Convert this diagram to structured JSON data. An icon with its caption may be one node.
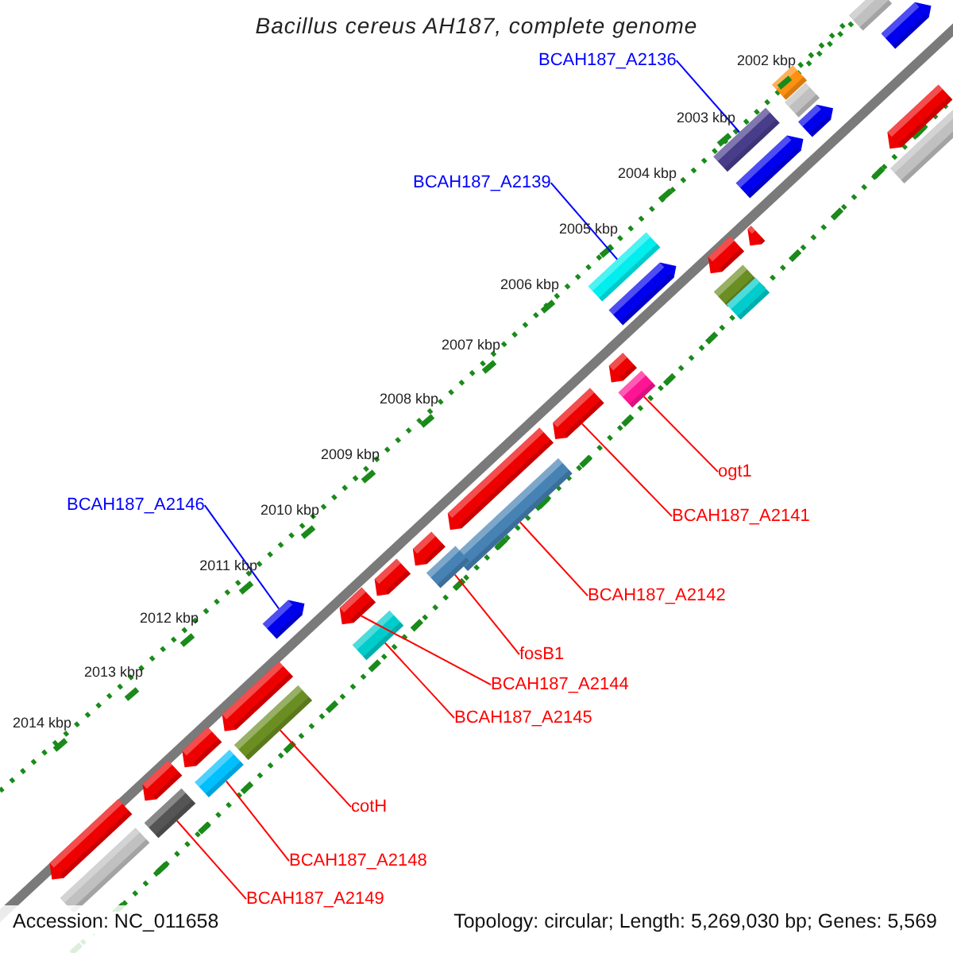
{
  "diagram": {
    "title": "Bacillus cereus AH187, complete genome",
    "nodes": [
      {
        "text": [
          "BCAH187_A2136"
        ]
      },
      {
        "text": [],
        "shape": "box"
      },
      {
        "text": [
          "BCAH187_A2139"
        ]
      },
      {
        "text": [],
        "shape": "box"
      },
      {
        "text": [
          "ogt1"
        ]
      },
      {
        "text": [],
        "shape": "box"
      },
      {
        "text": [
          "BCAH187_A2146"
        ]
      },
      {
        "text": [],
        "shape": "arrow"
      },
      {
        "text": [
          "BCAH187_A2141"
        ]
      },
      {
        "text": [],
        "shape": "arrow"
      },
      {
        "text": [
          "BCAH187_A2142"
        ]
      },
      {
        "text": [],
        "shape": "box"
      },
      {
        "text": [
          "fosB1"
        ]
      },
      {
        "text": [],
        "shape": "box"
      },
      {
        "text": [
          "BCAH187_A2144"
        ]
      },
      {
        "text": [],
        "shape": "arrow"
      },
      {
        "text": [
          "BCAH187_A2145"
        ]
      },
      {
        "text": [],
        "shape": "box"
      },
      {
        "text": [
          "cotH"
        ]
      },
      {
        "text": [],
        "shape": "box"
      },
      {
        "text": [
          "BCAH187_A2148"
        ]
      },
      {
        "text": [],
        "shape": "box"
      },
      {
        "text": [
          "BCAH187_A2149"
        ]
      },
      {
        "text": [],
        "shape": "box"
      },
      {
        "text": [],
        "shape": "box"
      },
      {
        "text": [],
        "shape": "arrow"
      },
      {
        "text": [],
        "shape": "box"
      },
      {
        "text": [],
        "shape": "box"
      },
      {
        "text": [],
        "shape": "arrow"
      },
      {
        "text": [],
        "shape": "arrow"
      },
      {
        "text": [],
        "shape": "box"
      },
      {
        "text": [],
        "shape": "arrow"
      },
      {
        "text": [],
        "shape": "arrow"
      },
      {
        "text": [],
        "shape": "arrow"
      },
      {
        "text": [],
        "shape": "arrow"
      },
      {
        "text": [],
        "shape": "box"
      },
      {
        "text": [],
        "shape": "box"
      },
      {
        "text": [],
        "shape": "arrow"
      },
      {
        "text": [],
        "shape": "arrow"
      },
      {
        "text": [],
        "shape": "arrow"
      },
      {
        "text": [],
        "shape": "arrow"
      },
      {
        "text": [],
        "shape": "arrow"
      },
      {
        "text": [],
        "shape": "arrow"
      },
      {
        "text": [],
        "shape": "arrow"
      },
      {
        "text": [],
        "shape": "arrow"
      },
      {
        "text": [],
        "shape": "box"
      }
    ],
    "edges": [
      {
        "from": 0,
        "to": 1,
        "arrow": "none",
        "color": "#0000ff"
      },
      {
        "from": 2,
        "to": 3,
        "arrow": "none",
        "color": "#0000ff"
      },
      {
        "from": 4,
        "to": 5,
        "arrow": "none"
      },
      {
        "from": 6,
        "to": 7,
        "arrow": "none",
        "color": "#0000ff"
      },
      {
        "from": 8,
        "to": 9,
        "arrow": "none"
      },
      {
        "from": 10,
        "to": 11,
        "arrow": "none"
      },
      {
        "from": 12,
        "to": 13,
        "arrow": "none"
      },
      {
        "from": 14,
        "to": 15,
        "arrow": "none"
      },
      {
        "from": 16,
        "to": 17,
        "arrow": "none"
      },
      {
        "from": 18,
        "to": 19,
        "arrow": "none"
      },
      {
        "from": 20,
        "to": 21,
        "arrow": "none"
      },
      {
        "from": 22,
        "to": 23,
        "arrow": "none"
      }
    ],
    "labels": [
      "2002 kbp",
      "2003 kbp",
      "2004 kbp",
      "2005 kbp",
      "2006 kbp",
      "2007 kbp",
      "2008 kbp",
      "2009 kbp",
      "2010 kbp",
      "2011 kbp",
      "2012 kbp",
      "2013 kbp",
      "2014 kbp",
      "Accession: NC_011658",
      "Topology: circular; Length: 5,269,030 bp; Genes: 5,569"
    ]
  }
}
